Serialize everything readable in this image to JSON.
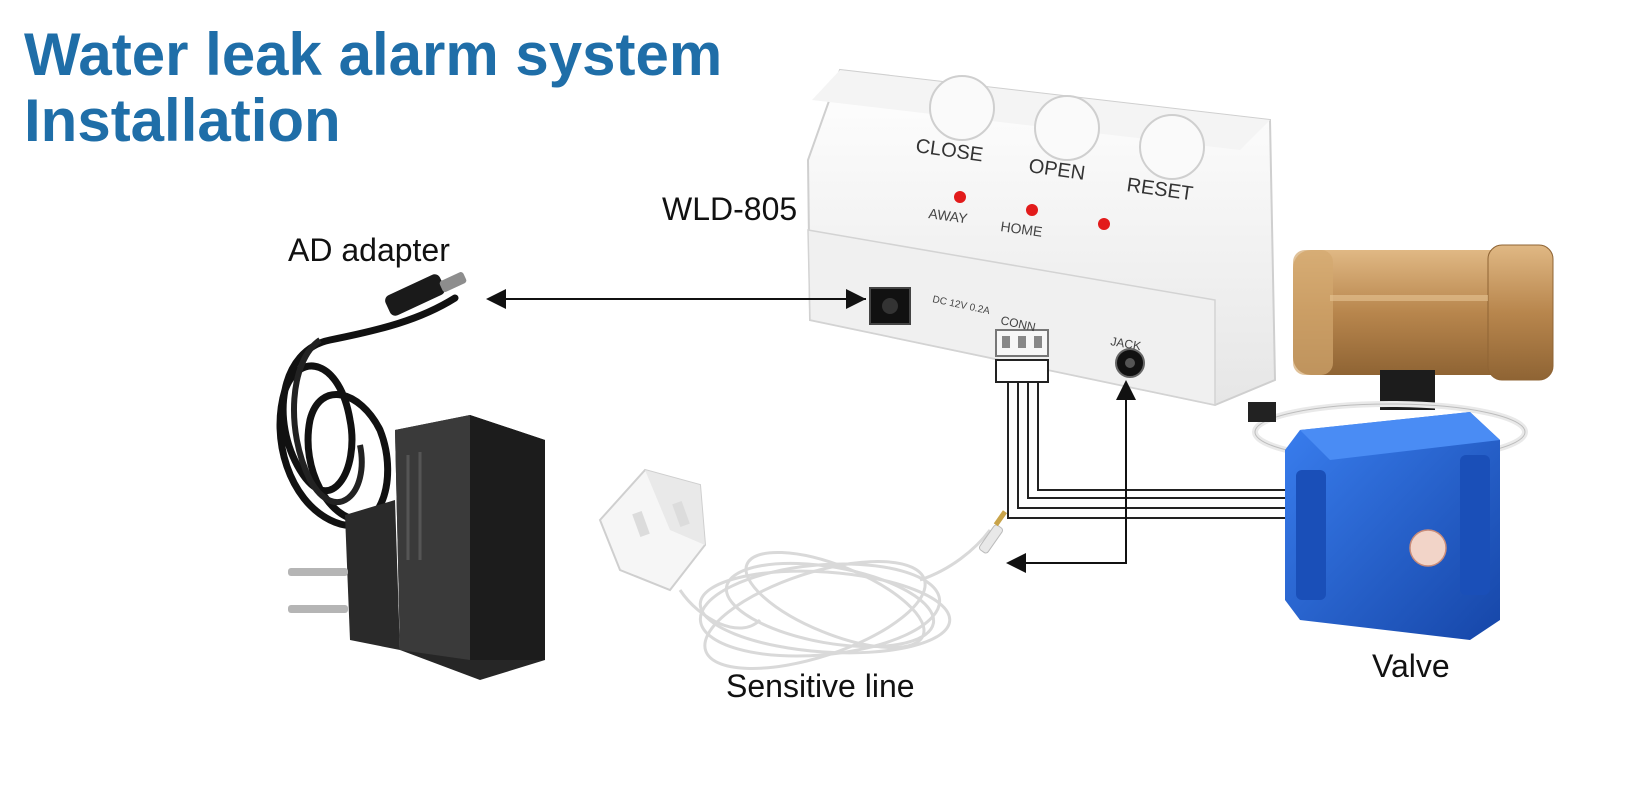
{
  "title": {
    "line1": "Water leak alarm system",
    "line2": "Installation"
  },
  "labels": {
    "model": "WLD-805",
    "adapter": "AD adapter",
    "sensitive_line": "Sensitive line",
    "valve": "Valve"
  },
  "controller": {
    "buttons": [
      "CLOSE",
      "OPEN",
      "RESET"
    ],
    "leds": [
      "AWAY",
      "HOME"
    ],
    "power_port": "DC 12V 0.2A",
    "conn_port": "CONN",
    "jack_port": "JACK"
  },
  "colors": {
    "title": "#1f6ea8",
    "led": "#e21b1b",
    "valve_blue": "#1e5fd0",
    "brass": "#c7985c"
  }
}
